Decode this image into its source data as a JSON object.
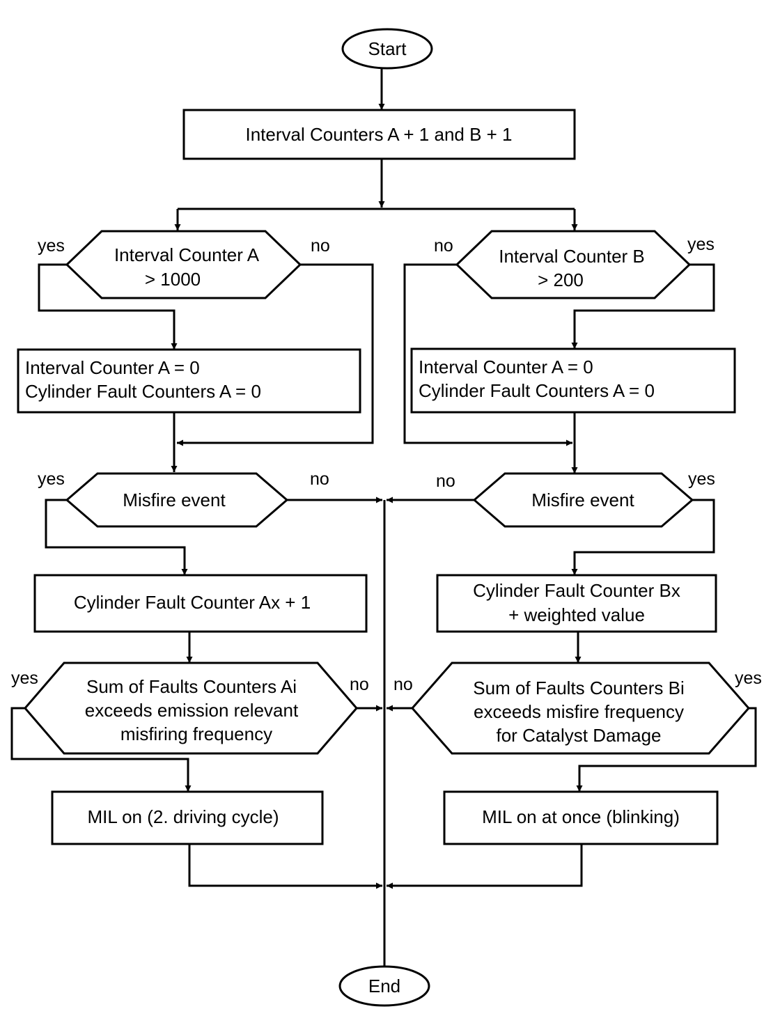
{
  "nodes": {
    "start": "Start",
    "interval_counters": "Interval Counters A + 1 and B + 1",
    "decision_a_line1": "Interval Counter A",
    "decision_a_line2": "> 1000",
    "decision_b_line1": "Interval Counter B",
    "decision_b_line2": "> 200",
    "reset_a_line1": "Interval Counter A = 0",
    "reset_a_line2": "Cylinder Fault Counters A = 0",
    "reset_b_line1": "Interval Counter A = 0",
    "reset_b_line2": "Cylinder Fault Counters A = 0",
    "misfire_left": "Misfire event",
    "misfire_right": "Misfire event",
    "fault_counter_a": "Cylinder Fault Counter Ax + 1",
    "fault_counter_b_line1": "Cylinder Fault Counter Bx",
    "fault_counter_b_line2": "+ weighted value",
    "sum_a_line1": "Sum of Faults Counters Ai",
    "sum_a_line2": "exceeds emission relevant",
    "sum_a_line3": "misfiring frequency",
    "sum_b_line1": "Sum of Faults Counters Bi",
    "sum_b_line2": "exceeds misfire frequency",
    "sum_b_line3": "for Catalyst Damage",
    "mil_left": "MIL on (2. driving cycle)",
    "mil_right": "MIL on at once (blinking)",
    "end": "End"
  },
  "edge_labels": {
    "yes": "yes",
    "no": "no"
  }
}
